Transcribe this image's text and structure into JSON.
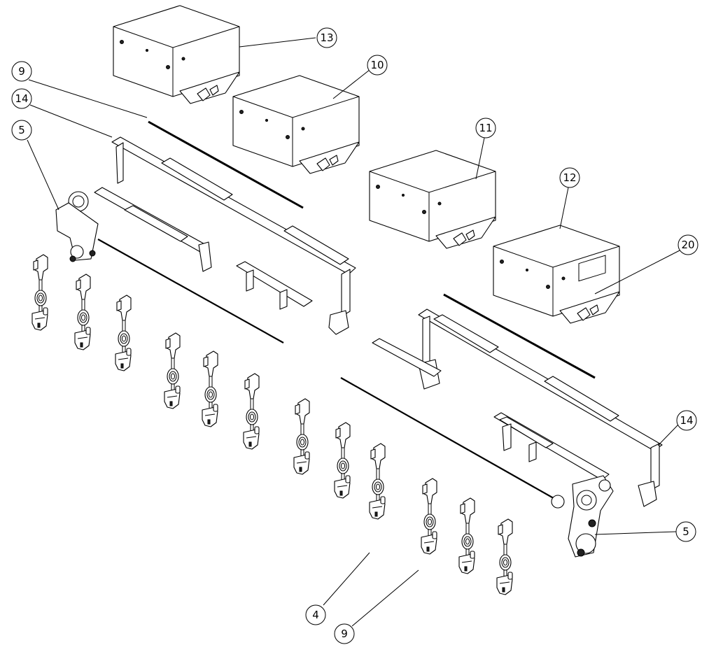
{
  "diagram": {
    "callouts": [
      {
        "id": "c13",
        "label": "13"
      },
      {
        "id": "c10",
        "label": "10"
      },
      {
        "id": "c9a",
        "label": "9"
      },
      {
        "id": "c14a",
        "label": "14"
      },
      {
        "id": "c5a",
        "label": "5"
      },
      {
        "id": "c11",
        "label": "11"
      },
      {
        "id": "c12",
        "label": "12"
      },
      {
        "id": "c20",
        "label": "20"
      },
      {
        "id": "c14b",
        "label": "14"
      },
      {
        "id": "c5b",
        "label": "5"
      },
      {
        "id": "c4",
        "label": "4"
      },
      {
        "id": "c9b",
        "label": "9"
      }
    ]
  }
}
